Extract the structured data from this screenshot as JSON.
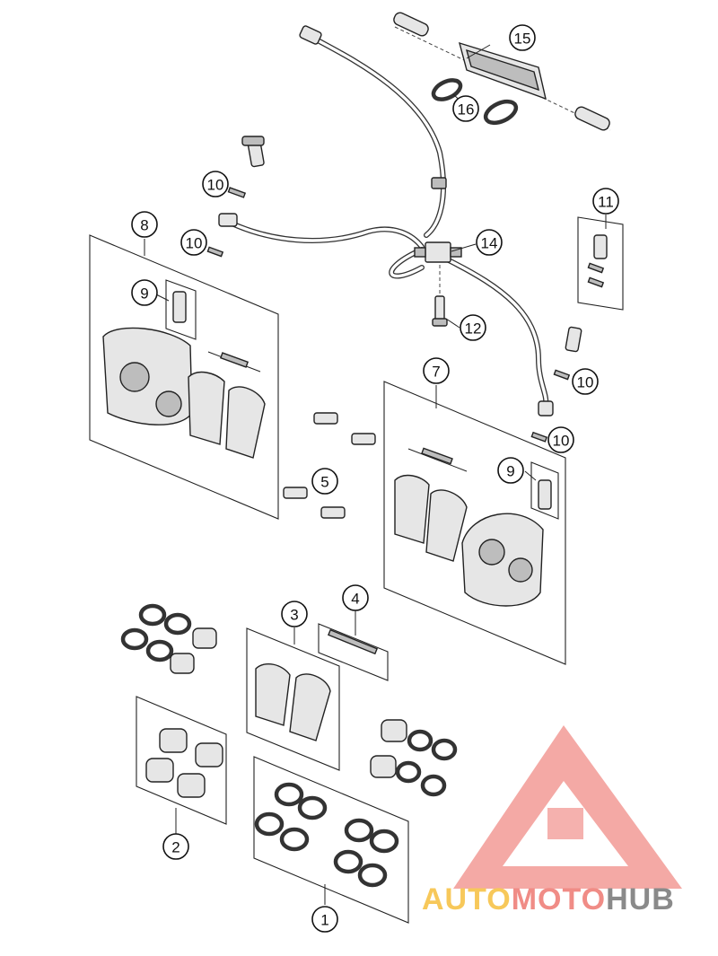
{
  "callouts": [
    {
      "label": "1"
    },
    {
      "label": "2"
    },
    {
      "label": "3"
    },
    {
      "label": "4"
    },
    {
      "label": "5"
    },
    {
      "label": "7"
    },
    {
      "label": "8"
    },
    {
      "label": "9"
    },
    {
      "label": "9"
    },
    {
      "label": "10"
    },
    {
      "label": "10"
    },
    {
      "label": "10"
    },
    {
      "label": "10"
    },
    {
      "label": "11"
    },
    {
      "label": "12"
    },
    {
      "label": "14"
    },
    {
      "label": "15"
    },
    {
      "label": "16"
    }
  ],
  "watermark": {
    "part_a": "AUTO",
    "part_b": "MOTO",
    "part_c": "HUB",
    "colors": {
      "auto": "#f7c85a",
      "moto": "#f08c86",
      "hub": "#8a8a8a",
      "logo": "#f4a9a5"
    }
  }
}
